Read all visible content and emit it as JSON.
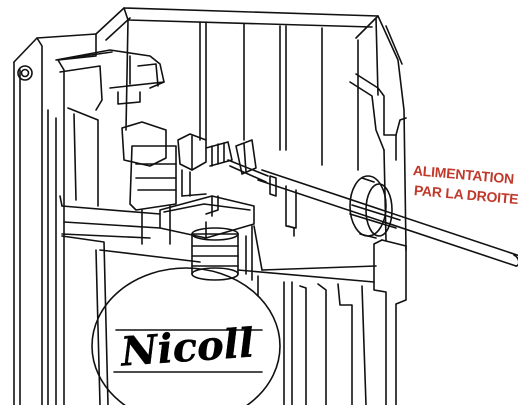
{
  "annotation": {
    "lines": [
      "ALIMENTATION",
      "PAR LA DROITE"
    ],
    "color": "#c0392b"
  },
  "logo": {
    "text": "Nicoll",
    "color": "#000000"
  }
}
